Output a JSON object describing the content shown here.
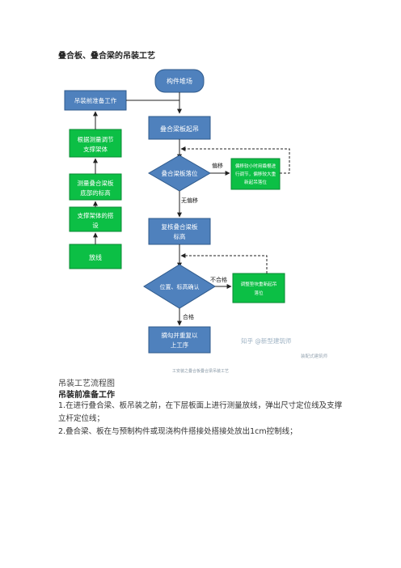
{
  "document": {
    "title": "叠合板、叠合梁的吊装工艺",
    "figure_caption": "工安装之叠合板叠合梁吊装工艺",
    "section_label": "吊装工艺流程图",
    "subheading": "吊装前准备工作",
    "paragraphs": [
      "1.在进行叠合梁、板吊装之前，在下层板面上进行测量放线，弹出尺寸定位线及支撑立杆定位线；",
      "2.叠合梁、板在与预制构件或现浇构件搭接处搭接处放出1cm控制线；"
    ]
  },
  "flowchart": {
    "colors": {
      "blue": "#4f81bd",
      "green": "#0cbf45",
      "line": "#222222"
    },
    "nodes": {
      "start": "构件堆场",
      "prep": "吊装前准备工作",
      "adjust": "根据测量调节支撑架体",
      "measure": "测量叠合梁板底部的标高",
      "frame": "支撑架体的搭设",
      "layout": "放线",
      "lift": "叠合梁板起吊",
      "decision1": "叠合梁板落位",
      "offset_fix": "偏移较小时用撬棍进行调节，偏移较大重新起吊落位",
      "check": "复核叠合梁板标高",
      "decision2": "位置、标高确认",
      "fail_fix": "调整垫块重新起吊落位",
      "finish": "摘勾并重复以上工序"
    },
    "edge_labels": {
      "offset": "偏移",
      "no_offset": "无偏移",
      "fail": "不合格",
      "pass": "合格"
    },
    "watermark": "知乎 @新型建筑师",
    "footer_mark": "装配式建筑师"
  }
}
